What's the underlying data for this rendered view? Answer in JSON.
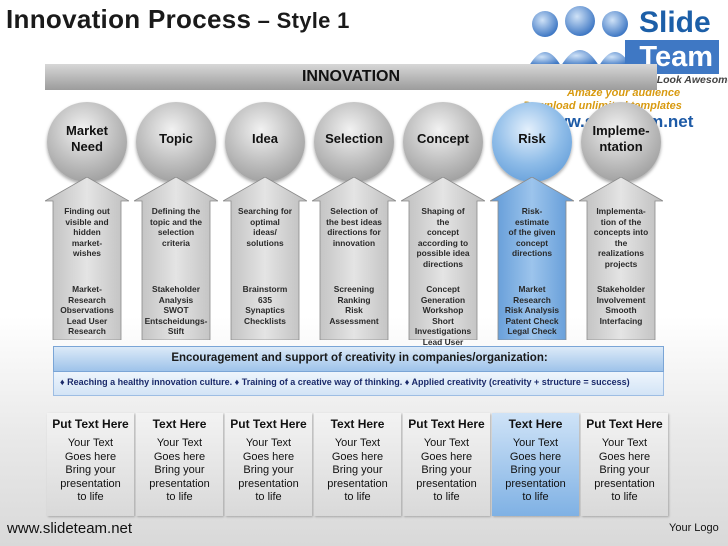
{
  "title": {
    "main": "Innovation Process",
    "dash": " – ",
    "style": "Style 1"
  },
  "logo": {
    "slide": "Slide",
    "team": "Team",
    "tagline": "Making Your Presentations Look Awesome",
    "promo1": "Amaze your audience",
    "promo2": "Download unlimited templates",
    "url": "www.slideteam.net"
  },
  "banner": "INNOVATION",
  "stages": [
    {
      "label": "Market\nNeed",
      "text1": "Finding out\nvisible and\nhidden\nmarket-\nwishes",
      "text2": "Market-\nResearch\nObservations\nLead User\nResearch",
      "highlight": false
    },
    {
      "label": "Topic",
      "text1": "Defining the\ntopic and the\nselection\ncriteria",
      "text2": "Stakeholder\nAnalysis\nSWOT\nEntscheidungs-\nStift",
      "highlight": false
    },
    {
      "label": "Idea",
      "text1": "Searching for\noptimal\nideas/\nsolutions",
      "text2": "Brainstorm\n635\nSynaptics\nChecklists",
      "highlight": false
    },
    {
      "label": "Selection",
      "text1": "Selection of\nthe best ideas\ndirections for\ninnovation",
      "text2": "Screening\nRanking\nRisk\nAssessment",
      "highlight": false
    },
    {
      "label": "Concept",
      "text1": "Shaping of\nthe\nconcept\naccording to\npossible idea\ndirections",
      "text2": "Concept\nGeneration\nWorkshop\nShort Investigations\nLead User\nWorkshop",
      "highlight": false
    },
    {
      "label": "Risk",
      "text1": "Risk-\nestimate\nof the given\nconcept\ndirections",
      "text2": "Market\nResearch\nRisk Analysis\nPatent Check\nLegal Check",
      "highlight": true
    },
    {
      "label": "Impleme-\nntation",
      "text1": "Implementa-\ntion of the\nconcepts into\nthe\nrealizations\nprojects",
      "text2": "Stakeholder\nInvolvement\nSmooth\nInterfacing",
      "highlight": false
    }
  ],
  "encouragement": "Encouragement and support of creativity in companies/organization:",
  "bullets": "♦ Reaching a healthy innovation culture. ♦ Training of a creative way of thinking. ♦ Applied creativity (creativity + structure = success)",
  "columns": [
    {
      "head": "Put Text Here",
      "body": "Your Text\nGoes here\nBring your\npresentation\nto life",
      "highlight": false
    },
    {
      "head": "Text Here",
      "body": "Your Text\nGoes here\nBring your\npresentation\nto life",
      "highlight": false
    },
    {
      "head": "Put Text Here",
      "body": "Your Text\nGoes here\nBring your\npresentation\nto life",
      "highlight": false
    },
    {
      "head": "Text Here",
      "body": "Your Text\nGoes here\nBring your\npresentation\nto life",
      "highlight": false
    },
    {
      "head": "Put Text Here",
      "body": "Your Text\nGoes here\nBring your\npresentation\nto life",
      "highlight": false
    },
    {
      "head": "Text Here",
      "body": "Your Text\nGoes here\nBring your\npresentation\nto life",
      "highlight": true
    },
    {
      "head": "Put Text Here",
      "body": "Your Text\nGoes here\nBring your\npresentation\nto life",
      "highlight": false
    }
  ],
  "footer": {
    "url": "www.slideteam.net",
    "logo": "Your Logo"
  },
  "colors": {
    "accent": "#4f8fd2",
    "logo_blue": "#1c5fa8",
    "promo": "#d89a10"
  }
}
